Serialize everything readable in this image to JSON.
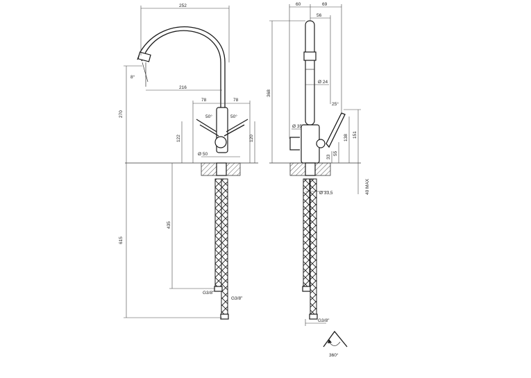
{
  "front_view": {
    "dims": {
      "spout_reach_top": "252",
      "spout_reach": "216",
      "spout_angle": "8°",
      "total_height": "270",
      "handle_width_left": "78",
      "handle_width_right": "78",
      "handle_angle_left": "50°",
      "handle_angle_right": "50°",
      "body_height_left": "122",
      "body_height_right": "120",
      "body_diameter": "Ø 50",
      "hose_length": "435",
      "total_length": "615",
      "thread_left": "G3/8\"",
      "thread_right": "G3/8\""
    }
  },
  "side_view": {
    "dims": {
      "top_a": "60",
      "top_b": "69",
      "top_c": "56",
      "height": "368",
      "spout_diameter": "Ø 24",
      "lever_angle": "25°",
      "body_diameter": "Ø 35",
      "h151": "151",
      "h138": "138",
      "h55": "55",
      "h33": "33",
      "deck_max": "40 MAX",
      "hole_diameter": "Ø 33,5",
      "thread": "G3/8\""
    }
  },
  "symbol": {
    "label": "360°"
  }
}
